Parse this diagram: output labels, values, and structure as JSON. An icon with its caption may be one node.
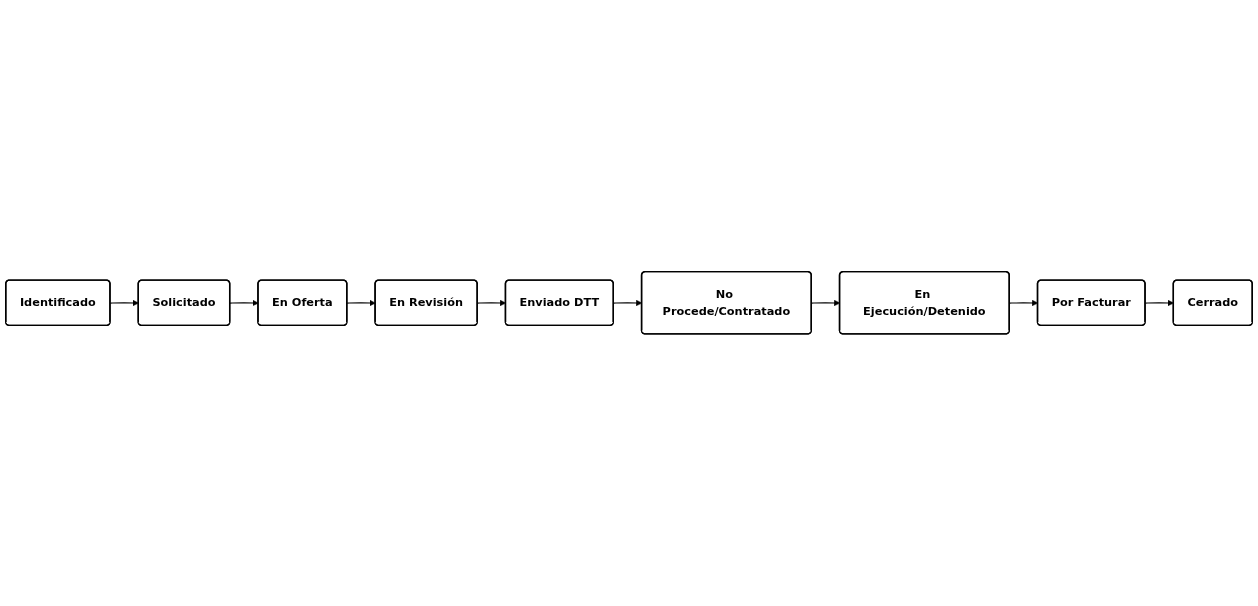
{
  "diagram": {
    "nodes": [
      {
        "text": [
          "Identificado"
        ]
      },
      {
        "text": [
          "Solicitado"
        ]
      },
      {
        "text": [
          "En Oferta"
        ]
      },
      {
        "text": [
          "En Revisión"
        ]
      },
      {
        "text": [
          "Enviado DTT"
        ]
      },
      {
        "text": [
          "No Procede/Contratado"
        ]
      },
      {
        "text": [
          "En Ejecución/Detenido"
        ]
      },
      {
        "text": [
          "Por Facturar"
        ]
      },
      {
        "text": [
          "Cerrado"
        ]
      }
    ],
    "edges": [
      {
        "from": 0,
        "to": 1,
        "arrow": "to"
      },
      {
        "from": 1,
        "to": 2,
        "arrow": "to"
      },
      {
        "from": 2,
        "to": 3,
        "arrow": "to"
      },
      {
        "from": 3,
        "to": 4,
        "arrow": "to"
      },
      {
        "from": 4,
        "to": 5,
        "arrow": "to"
      },
      {
        "from": 5,
        "to": 6,
        "arrow": "to"
      },
      {
        "from": 6,
        "to": 7,
        "arrow": "to"
      },
      {
        "from": 7,
        "to": 8,
        "arrow": "to"
      }
    ]
  }
}
